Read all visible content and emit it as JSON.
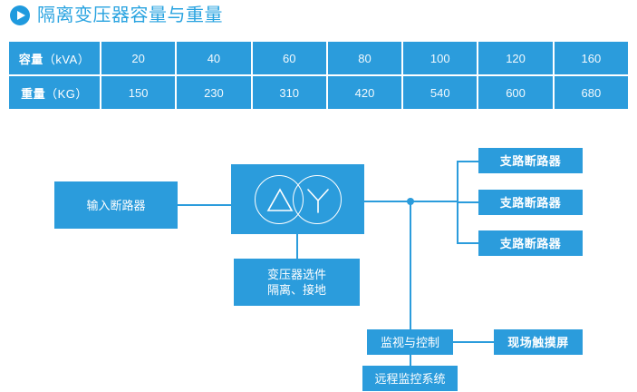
{
  "header": {
    "icon": "play-triangle-icon",
    "title": "隔离变压器容量与重量"
  },
  "spec_table": {
    "rows": [
      {
        "label": "容量",
        "unit": "（kVA）",
        "values": [
          "20",
          "40",
          "60",
          "80",
          "100",
          "120",
          "160"
        ]
      },
      {
        "label": "重量",
        "unit": "（KG）",
        "values": [
          "150",
          "230",
          "310",
          "420",
          "540",
          "600",
          "680"
        ]
      }
    ]
  },
  "diagram": {
    "input_breaker": "输入断路器",
    "transformer_symbol": {
      "primary": "delta-winding-icon",
      "secondary": "wye-winding-icon"
    },
    "transformer_options": "变压器选件\n隔离、接地",
    "transformer_options_line1": "变压器选件",
    "transformer_options_line2": "隔离、接地",
    "branch_breakers": [
      "支路断路器",
      "支路断路器",
      "支路断路器"
    ],
    "monitor_control": "监视与控制",
    "remote_monitoring": "远程监控系统",
    "local_touchscreen": "现场触摸屏",
    "bus_node": "bus-junction-node"
  },
  "colors": {
    "brand_blue": "#2b9cdc",
    "title_blue": "#29a3e0",
    "line_blue": "#2b9cdc",
    "text_white": "#ffffff",
    "background": "#ffffff"
  }
}
